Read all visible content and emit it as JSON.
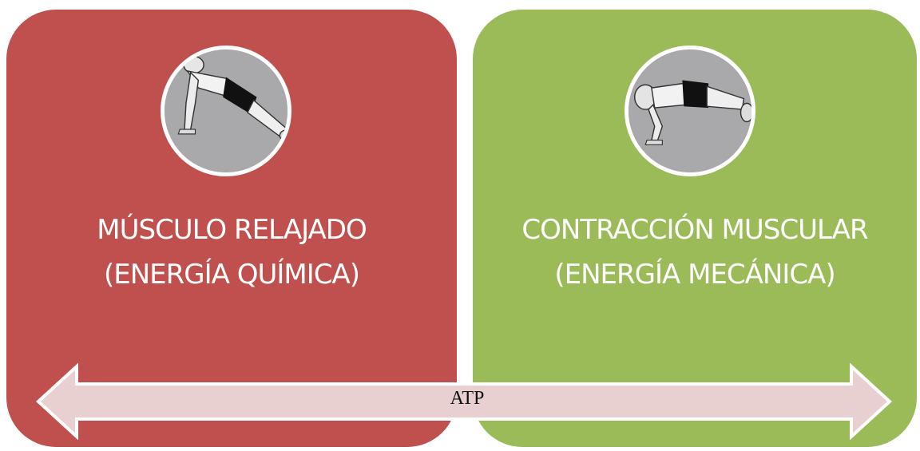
{
  "panels": {
    "left": {
      "line1": "MÚSCULO RELAJADO",
      "line2": "(ENERGÍA QUÍMICA)",
      "color": "#c0504d"
    },
    "right": {
      "line1": "CONTRACCIÓN MUSCULAR",
      "line2": "(ENERGÍA MECÁNICA)",
      "color": "#9bbb59"
    }
  },
  "arrow": {
    "label": "ATP",
    "fill": "#e8d0d0",
    "stroke": "#ffffff"
  },
  "icons": {
    "left_photo": "pushup-up-position-image",
    "right_photo": "pushup-down-position-image"
  }
}
